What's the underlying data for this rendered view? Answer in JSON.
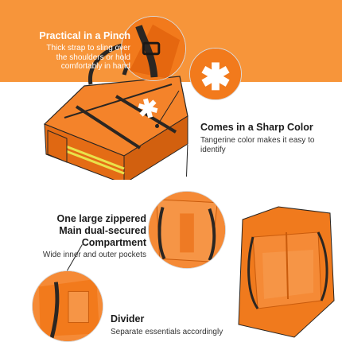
{
  "colors": {
    "band": "#f7953a",
    "bag_orange": "#f27a1c",
    "bag_shadow": "#c95b0c",
    "strap": "#2b2622",
    "reflective": "#e9e24a"
  },
  "features": [
    {
      "title": "Practical in a Pinch",
      "description": [
        "Thick strap to sling over",
        "the shoulders or hold",
        "comfortably in hand"
      ]
    },
    {
      "title": "Comes in a Sharp Color",
      "description": [
        "Tangerine color makes it easy to",
        "identify"
      ]
    },
    {
      "title": [
        "One large zippered",
        "Main dual-secured",
        "Compartment"
      ],
      "description": [
        "Wide inner and outer pockets"
      ]
    },
    {
      "title": "Divider",
      "description": [
        "Separate essentials accordingly"
      ]
    }
  ],
  "icons": {
    "emblem": "star-of-life-icon"
  }
}
